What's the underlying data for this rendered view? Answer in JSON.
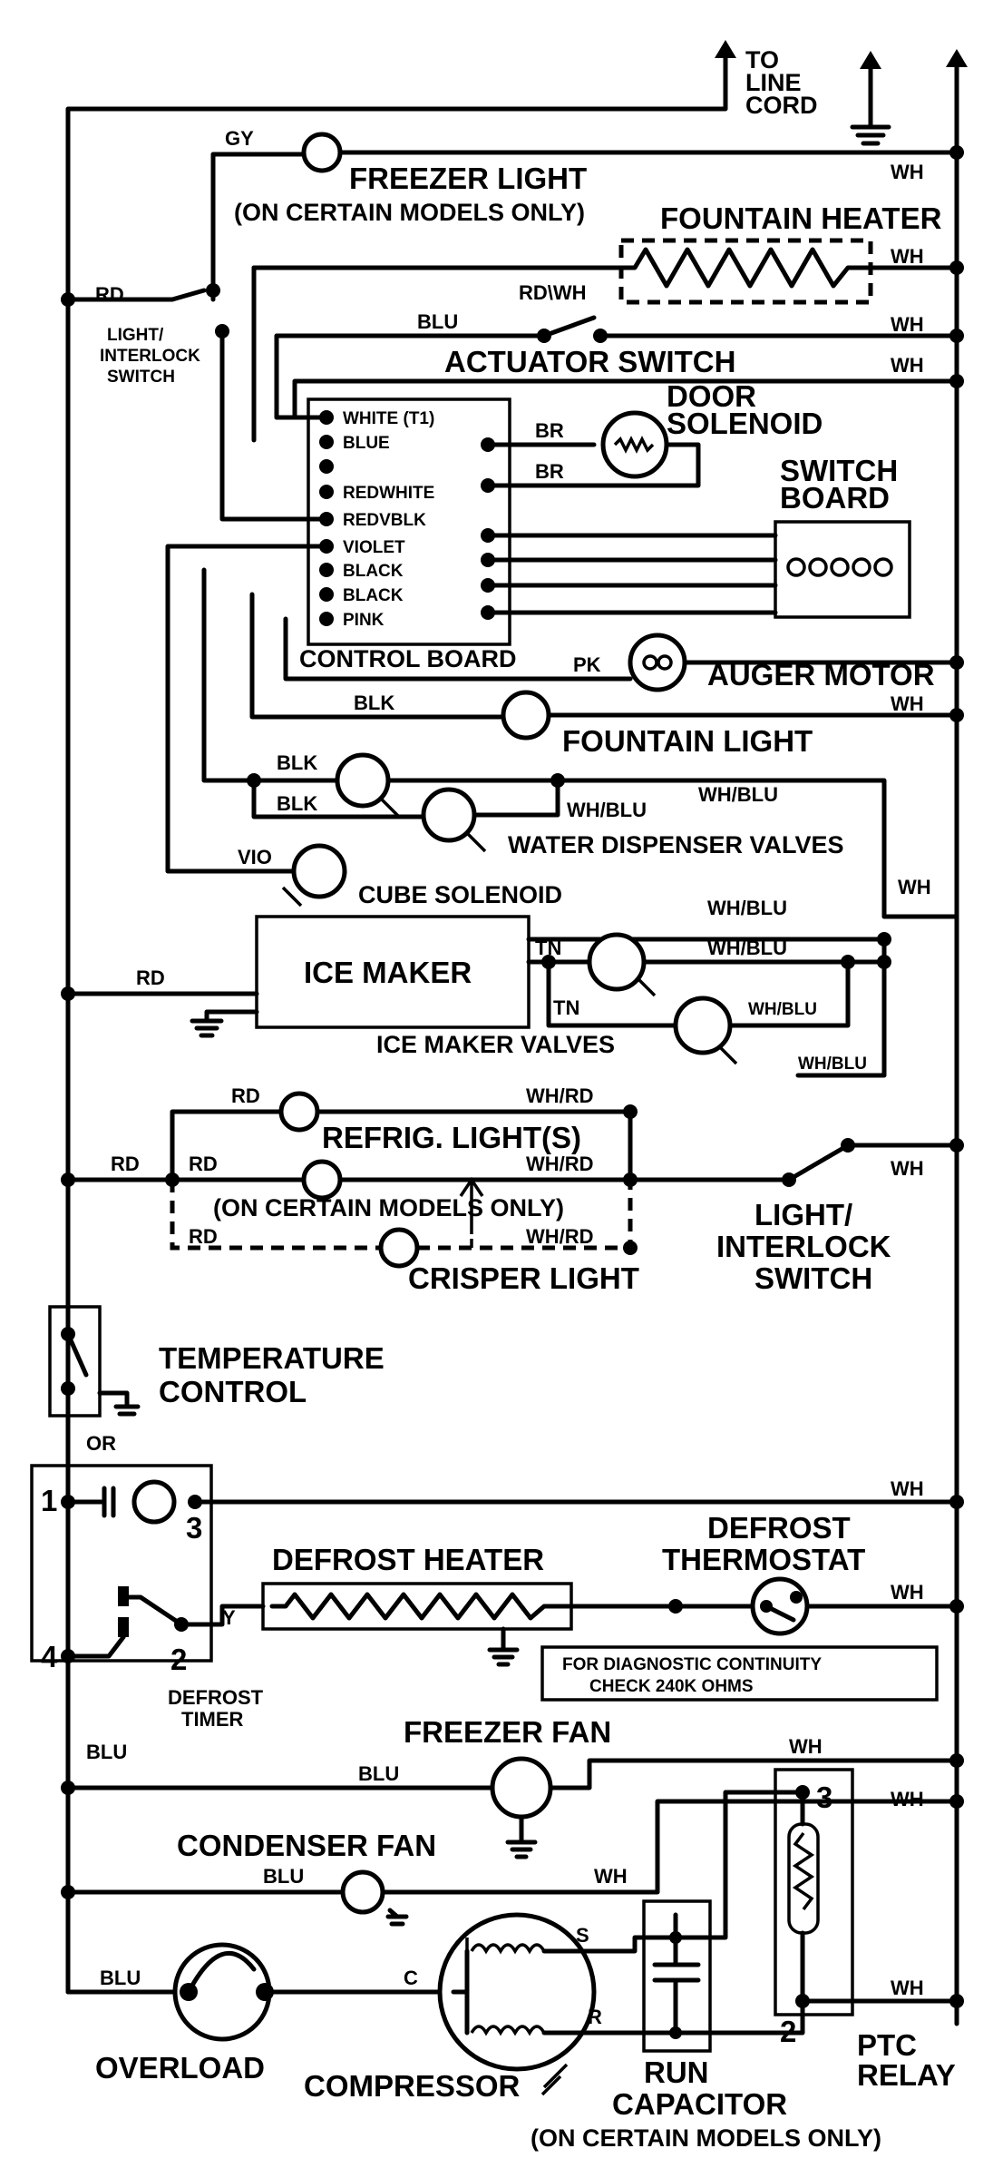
{
  "labels": {
    "to_line_cord": [
      "TO",
      "LINE",
      "CORD"
    ],
    "freezer_light": "FREEZER LIGHT",
    "on_certain_models_1": "(ON CERTAIN MODELS ONLY)",
    "fountain_heater": "FOUNTAIN HEATER",
    "light_interlock_switch_top": [
      "LIGHT/",
      "INTERLOCK",
      "SWITCH"
    ],
    "actuator_switch": "ACTUATOR SWITCH",
    "door_solenoid": [
      "DOOR",
      "SOLENOID"
    ],
    "switch_board": [
      "SWITCH",
      "BOARD"
    ],
    "control_board": "CONTROL BOARD",
    "control_board_pins": [
      "WHITE (T1)",
      "BLUE",
      "REDWHITE",
      "REDVBLK",
      "VIOLET",
      "BLACK",
      "BLACK",
      "PINK"
    ],
    "auger_motor": "AUGER MOTOR",
    "fountain_light": "FOUNTAIN LIGHT",
    "water_dispenser_valves": "WATER DISPENSER VALVES",
    "cube_solenoid": "CUBE SOLENOID",
    "ice_maker": "ICE MAKER",
    "ice_maker_valves": "ICE MAKER VALVES",
    "refrig_lights": "REFRIG. LIGHT(S)",
    "on_certain_models_2": "(ON CERTAIN MODELS ONLY)",
    "crisper_light": "CRISPER LIGHT",
    "light_interlock_switch_bottom": [
      "LIGHT/",
      "INTERLOCK",
      "SWITCH"
    ],
    "temperature_control": [
      "TEMPERATURE",
      "CONTROL"
    ],
    "defrost_heater": "DEFROST HEATER",
    "defrost_thermostat": [
      "DEFROST",
      "THERMOSTAT"
    ],
    "diagnostic_note": [
      "FOR DIAGNOSTIC CONTINUITY",
      "CHECK 240K OHMS"
    ],
    "defrost_timer": [
      "DEFROST",
      "TIMER"
    ],
    "timer_terminals": [
      "1",
      "3",
      "4",
      "2"
    ],
    "freezer_fan": "FREEZER FAN",
    "condenser_fan": "CONDENSER FAN",
    "overload": "OVERLOAD",
    "compressor": "COMPRESSOR",
    "compressor_terminals": [
      "S",
      "C",
      "R"
    ],
    "run_capacitor": [
      "RUN",
      "CAPACITOR"
    ],
    "on_certain_models_3": "(ON CERTAIN MODELS ONLY)",
    "ptc_relay": [
      "PTC",
      "RELAY"
    ],
    "ptc_terminals": [
      "3",
      "2"
    ]
  },
  "wire_colors": {
    "gy": "GY",
    "wh": "WH",
    "rd": "RD",
    "rdwh": "RD\\WH",
    "blu": "BLU",
    "br": "BR",
    "pk": "PK",
    "blk": "BLK",
    "whblu": "WH/BLU",
    "vio": "VIO",
    "tn": "TN",
    "whrd": "WH/RD",
    "or": "OR",
    "y": "Y"
  }
}
